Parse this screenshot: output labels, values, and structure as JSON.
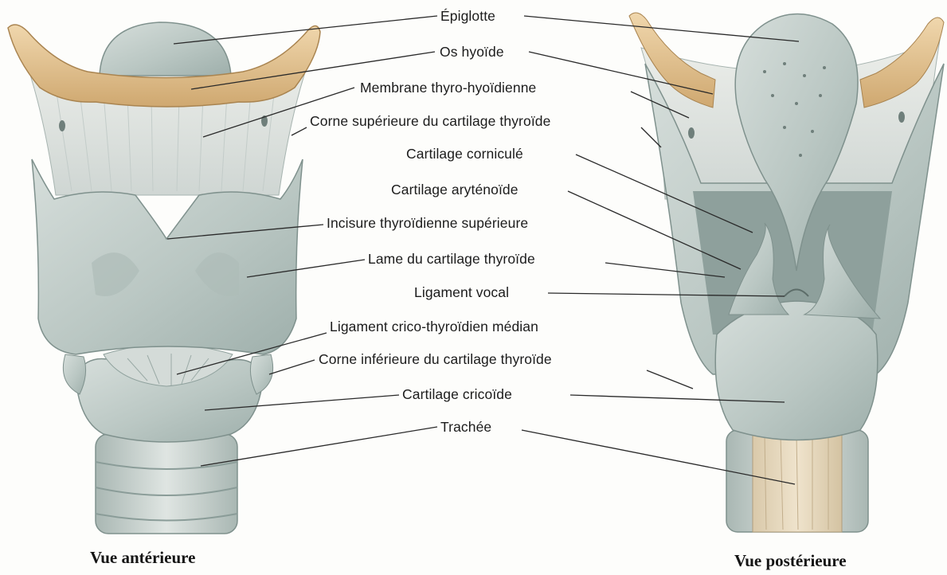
{
  "labels": {
    "epiglotte": "Épiglotte",
    "os_hyoide": "Os hyoïde",
    "membrane": "Membrane thyro-hyoïdienne",
    "corne_sup": "Corne supérieure du cartilage thyroïde",
    "corniculé": "Cartilage corniculé",
    "arytenoide": "Cartilage aryténoïde",
    "incisure": "Incisure thyroïdienne supérieure",
    "lame": "Lame du cartilage thyroïde",
    "lig_vocal": "Ligament vocal",
    "lig_crico": "Ligament crico-thyroïdien médian",
    "corne_inf": "Corne inférieure du cartilage thyroïde",
    "cricoide": "Cartilage cricoïde",
    "trachee": "Trachée"
  },
  "captions": {
    "anterior": "Vue antérieure",
    "posterior": "Vue postérieure"
  },
  "colors": {
    "cartilage": "#bfcbc8",
    "cartilage_dark": "#8fa19d",
    "bone": "#e3c79a",
    "membrane": "#d9dedb",
    "leader": "#2a2a2a"
  }
}
